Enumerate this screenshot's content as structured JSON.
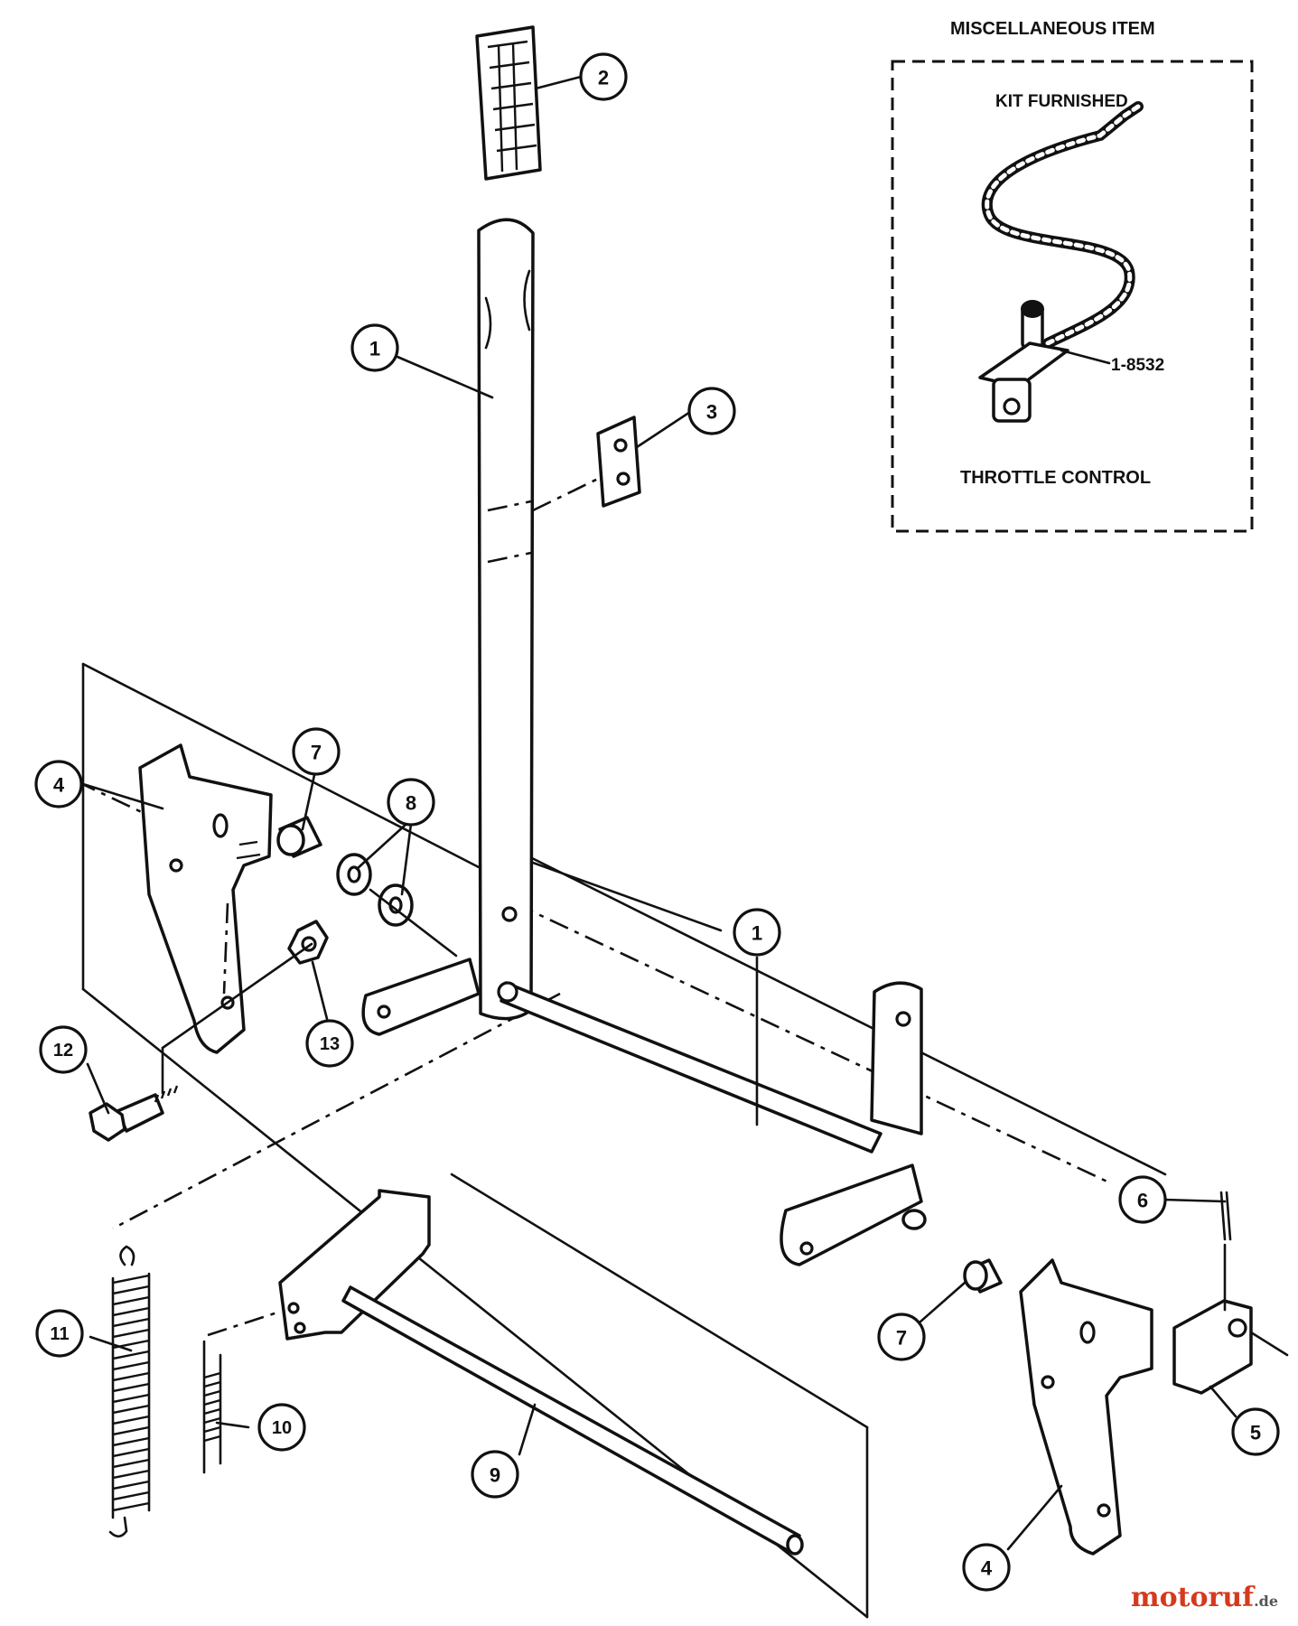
{
  "inset": {
    "heading": "MISCELLANEOUS ITEM",
    "kit_label": "KIT FURNISHED",
    "part_number": "1-8532",
    "caption": "THROTTLE CONTROL"
  },
  "callouts": [
    "1",
    "2",
    "3",
    "4",
    "5",
    "6",
    "7",
    "8",
    "9",
    "10",
    "11",
    "12",
    "13"
  ],
  "watermark": {
    "brand": "motoruf",
    "suffix": ".de"
  }
}
